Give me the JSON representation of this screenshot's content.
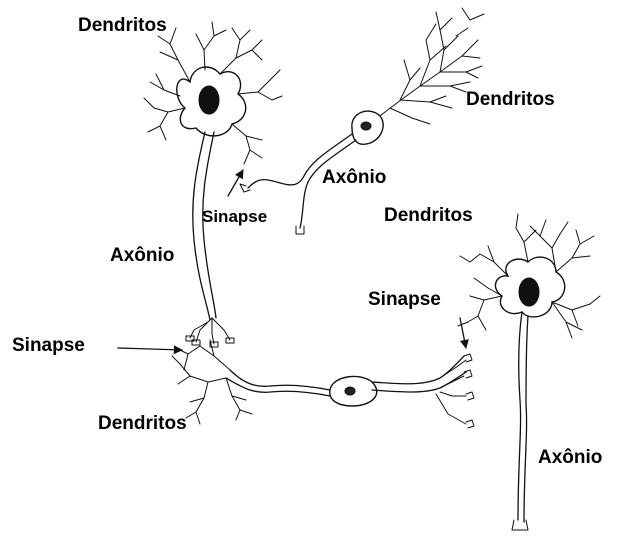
{
  "diagram": {
    "labels": {
      "dendritos_top_left": "Dendritos",
      "dendritos_top_right": "Dendritos",
      "axonio_middle": "Axônio",
      "sinapse_middle": "Sinapse",
      "dendritos_right": "Dendritos",
      "axonio_left": "Axônio",
      "sinapse_right": "Sinapse",
      "sinapse_left": "Sinapse",
      "dendritos_bottom": "Dendritos",
      "axonio_right": "Axônio"
    },
    "colors": {
      "ink": "#111111",
      "background": "#ffffff"
    }
  }
}
